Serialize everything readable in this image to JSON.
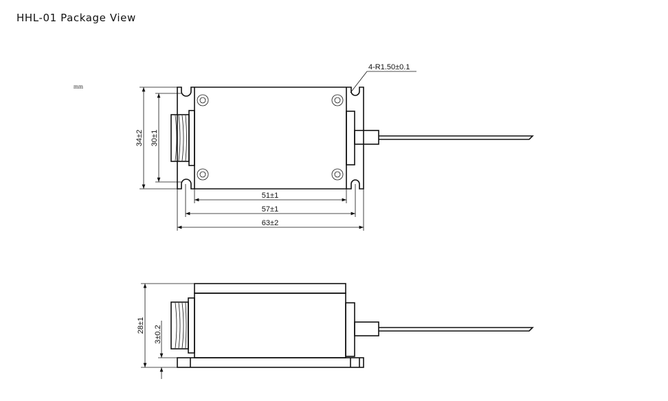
{
  "title": "HHL-01 Package View",
  "unit": "mm",
  "top_view": {
    "notch_callout": "4-R1.50±0.1",
    "dim_height_outer": "34±2",
    "dim_height_inner": "30±1",
    "dim_width_body": "51±1",
    "dim_width_holes": "57±1",
    "dim_width_overall": "63±2"
  },
  "side_view": {
    "dim_height_overall": "28±1",
    "dim_base_thickness": "3±0.2"
  }
}
